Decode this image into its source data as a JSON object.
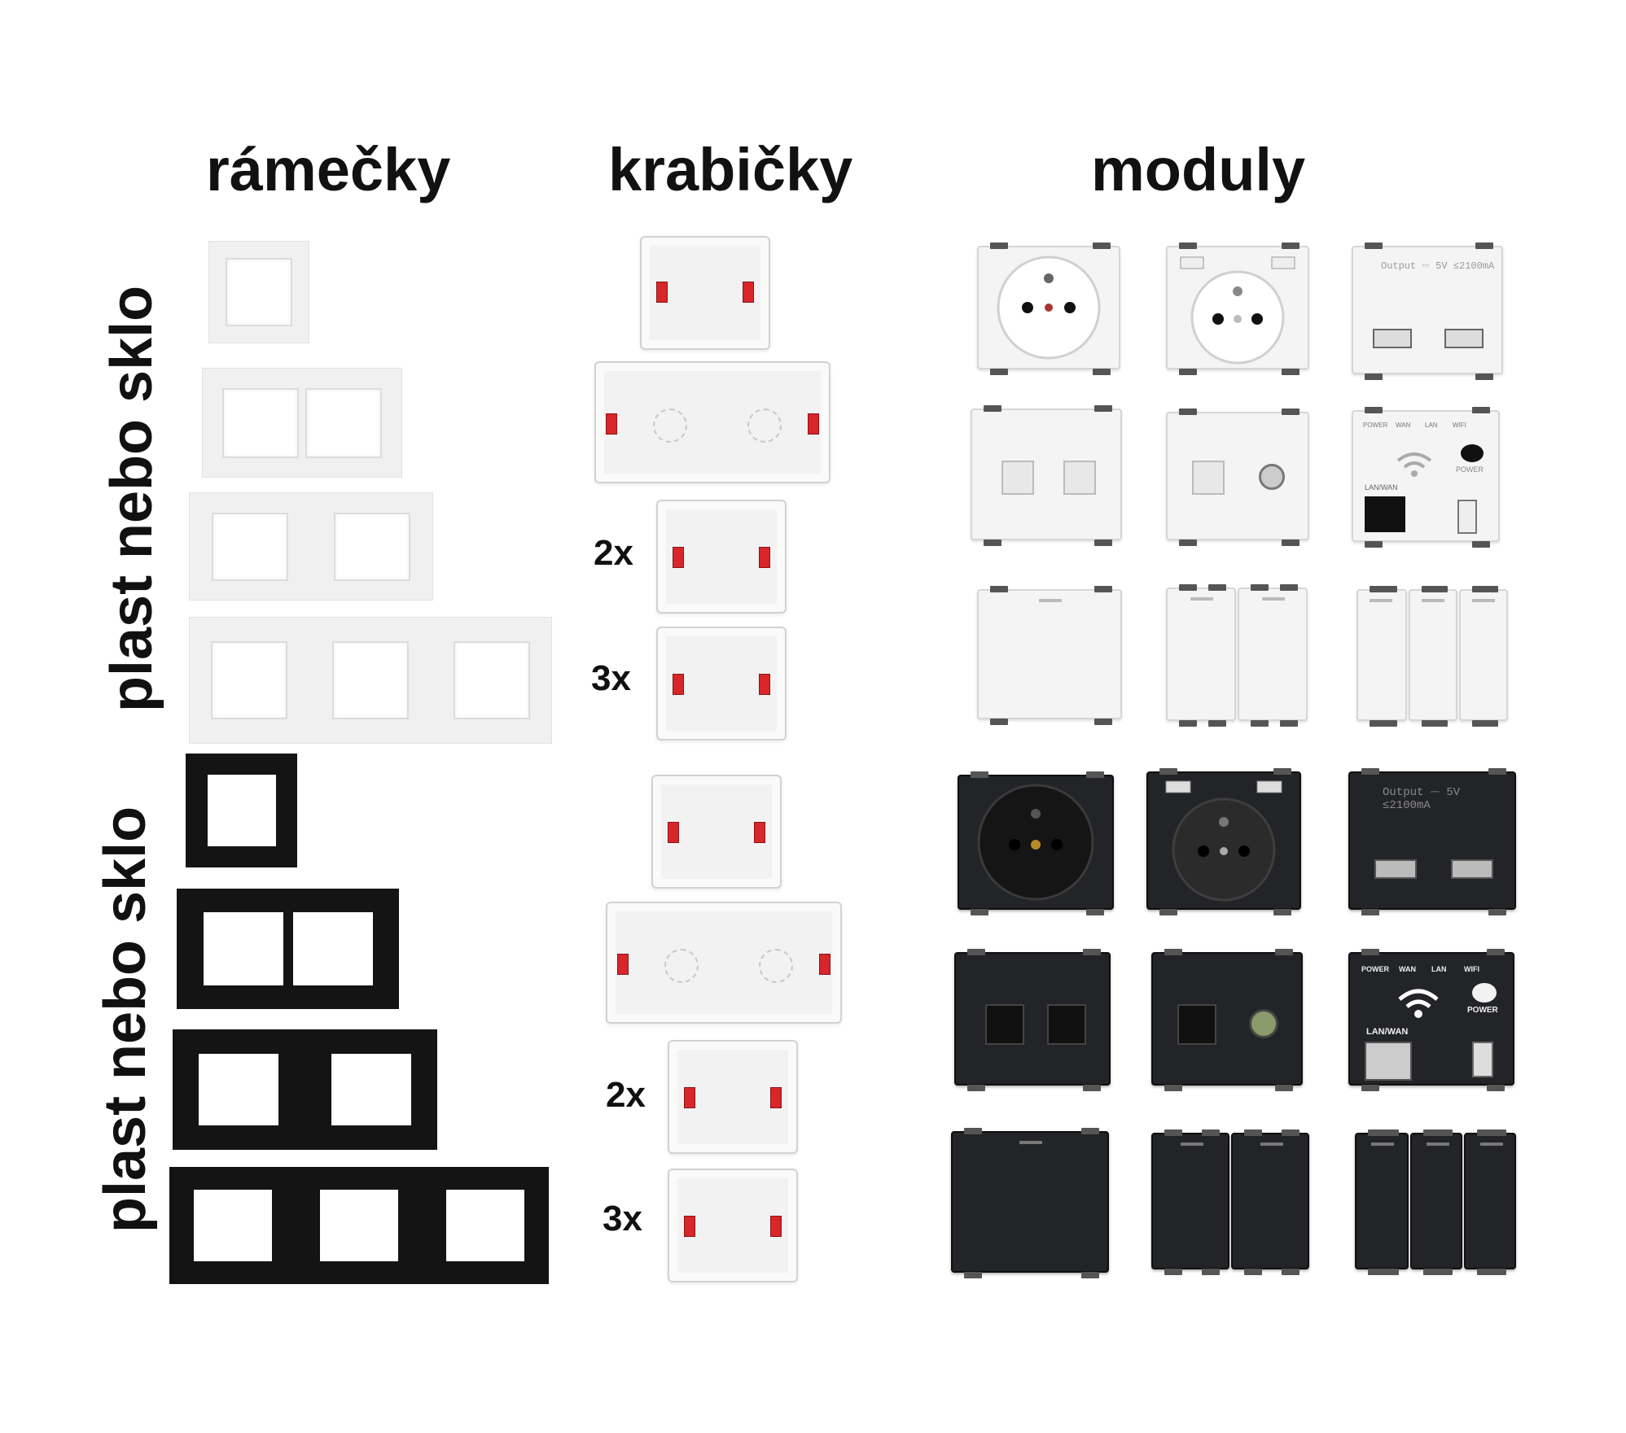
{
  "headings": {
    "frames": "rámečky",
    "boxes": "krabičky",
    "modules": "moduly"
  },
  "side_labels": {
    "white_group": "plast nebo sklo",
    "black_group": "plast nebo sklo"
  },
  "box_multipliers": {
    "white_double": "2x",
    "white_triple": "3x",
    "black_double": "2x",
    "black_triple": "3x"
  },
  "module_texts": {
    "usb_output": "Output ⎓ 5V ≤2100mA",
    "power": "POWER",
    "wan": "WAN",
    "lan": "LAN",
    "wifi": "WIFI",
    "lan_wan": "LAN/WAN",
    "power_button": "POWER"
  },
  "colors": {
    "white_frame": "#f0f0f0",
    "black_frame": "#141414",
    "box_tab_red": "#d8262a",
    "white_module": "#f4f4f4",
    "black_module": "#232427"
  }
}
